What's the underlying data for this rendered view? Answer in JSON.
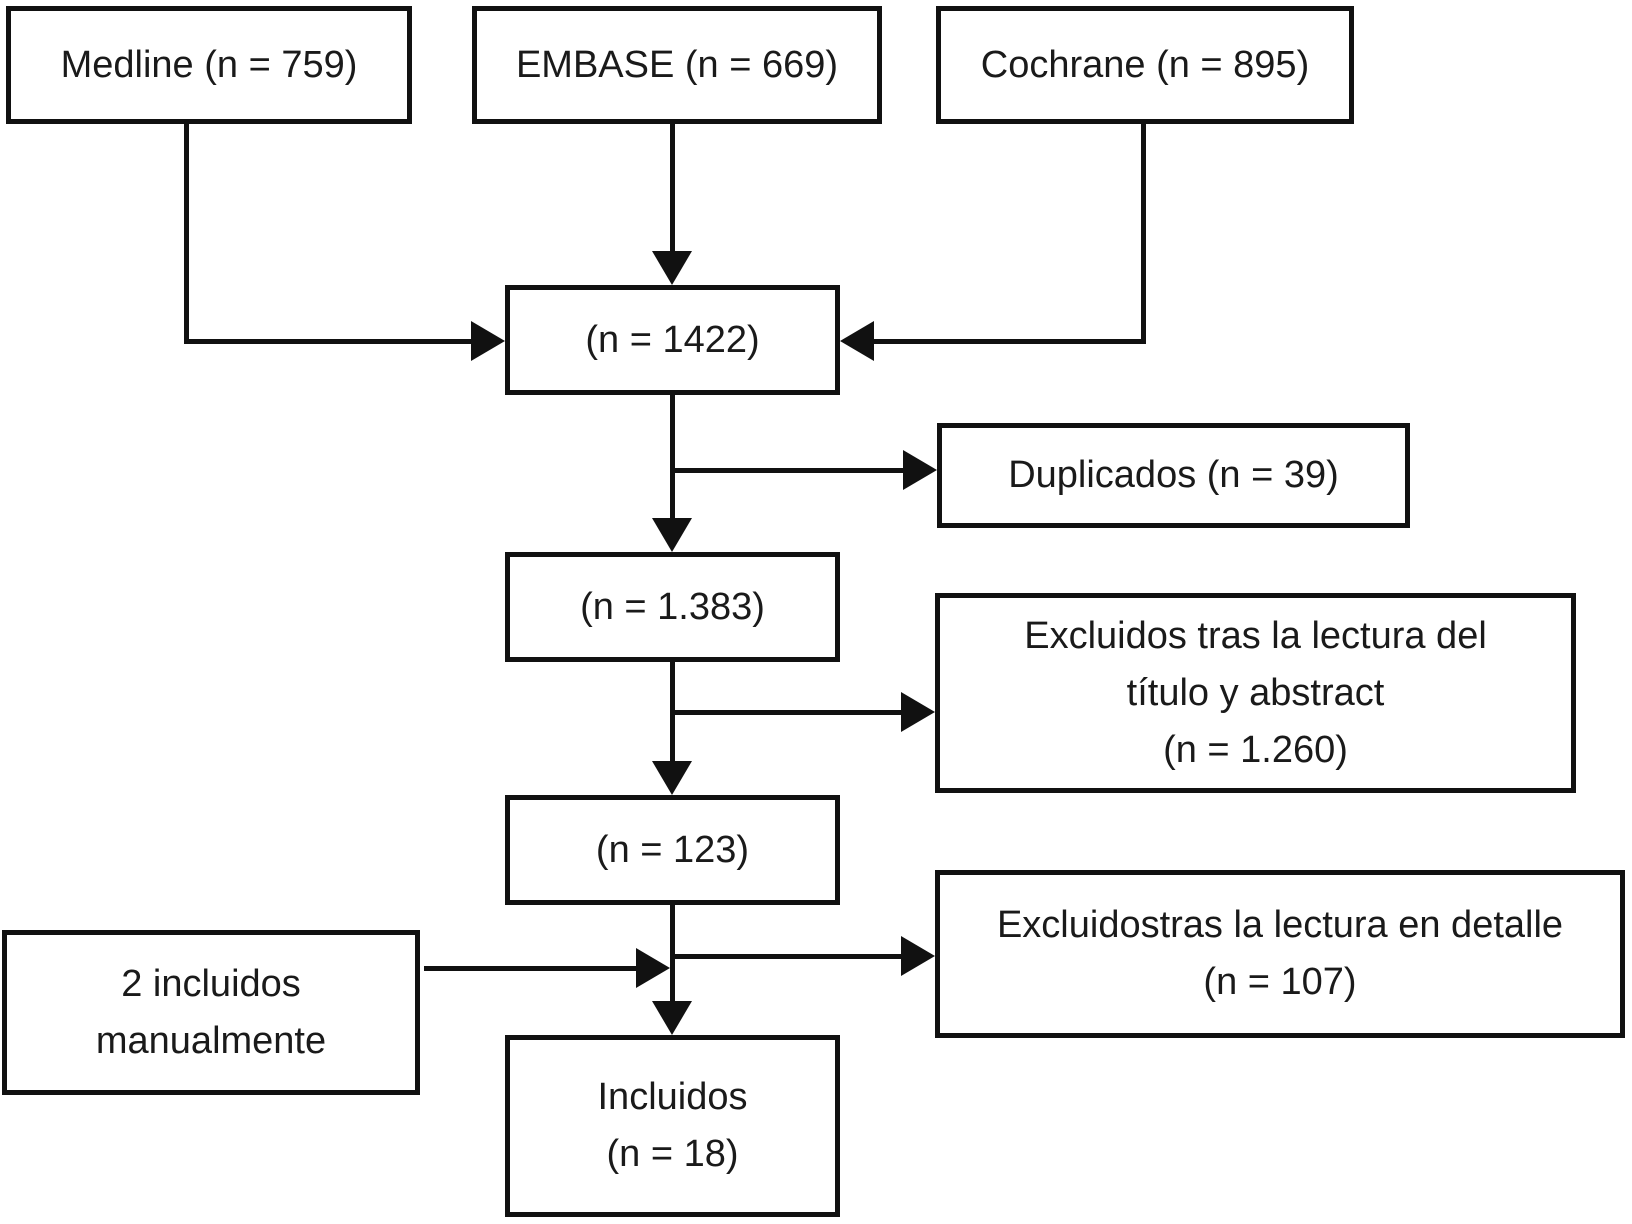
{
  "diagram": {
    "title": "PRISMA-style study selection flow diagram",
    "colors": {
      "background": "#ffffff",
      "line": "#111111",
      "text": "#1a1a1a"
    },
    "sources": {
      "medline": "Medline (n = 759)",
      "embase": "EMBASE (n = 669)",
      "cochrane": "Cochrane (n = 895)"
    },
    "flow": {
      "combined": "(n = 1422)",
      "after_duplicates": "(n = 1.383)",
      "after_title_abstract": "(n = 123)",
      "included_title": "Incluidos",
      "included_count": "(n = 18)"
    },
    "exclusions": {
      "duplicates": "Duplicados (n = 39)",
      "title_abstract_line1": "Excluidos tras la lectura del",
      "title_abstract_line2": "título y abstract",
      "title_abstract_line3": "(n = 1.260)",
      "detail_line1": "Excluidostras la lectura en detalle",
      "detail_line2": "(n = 107)"
    },
    "manual": {
      "line1": "2 incluidos",
      "line2": "manualmente"
    }
  }
}
